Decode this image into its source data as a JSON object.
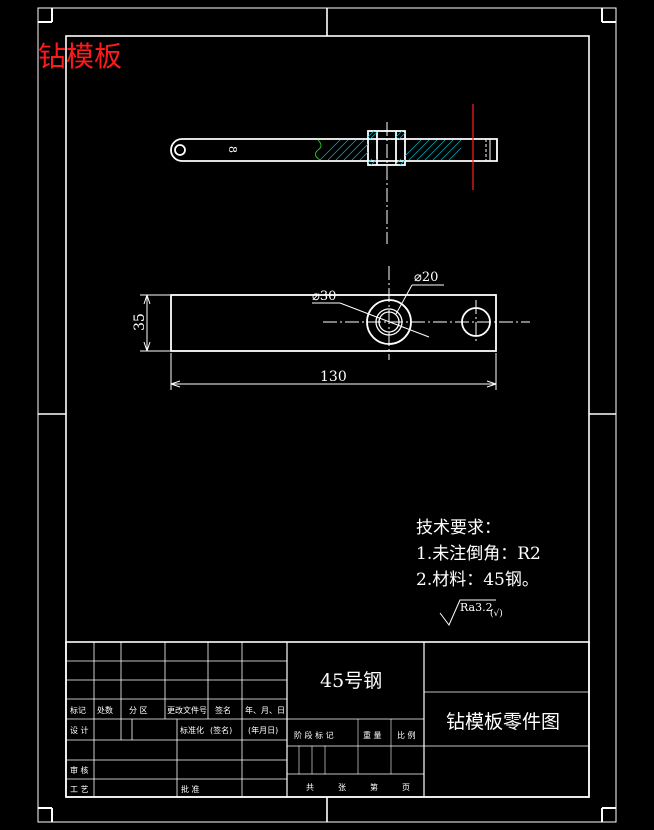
{
  "drawing": {
    "corner_title": "钻模板",
    "dimensions": {
      "side_view_thickness": "8",
      "diameter_small": "⌀20",
      "diameter_large": "⌀30",
      "height": "35",
      "length": "130"
    },
    "tech_requirements": {
      "heading": "技术要求：",
      "item_1": "1.未注倒角：R2",
      "item_2": "2.材料：45钢。"
    },
    "roughness": {
      "value": "Ra3.2",
      "suffix": "(√)"
    }
  },
  "title_block": {
    "material": "45号钢",
    "drawing_name": "钻模板零件图",
    "labels": {
      "mark": "标记",
      "count": "处数",
      "zone": "分 区",
      "change_doc": "更改文件号",
      "signature": "签名",
      "date": "年、月、日",
      "design": "设 计",
      "standardize": "标准化",
      "signature_paren": "(签名)",
      "date_paren": "(年月日)",
      "stage_mark": "阶 段 标 记",
      "weight": "重 量",
      "scale": "比 例",
      "review": "审 核",
      "process": "工 艺",
      "approve": "批 准",
      "total": "共",
      "sheets": "张",
      "sheet_no": "第",
      "page": "页"
    }
  },
  "colors": {
    "line": "#ffffff",
    "title_red": "#ff1a1a",
    "center_red": "#ff2020",
    "hatch": "#00b8c8",
    "green_line": "#20c020",
    "bg": "#000000"
  }
}
